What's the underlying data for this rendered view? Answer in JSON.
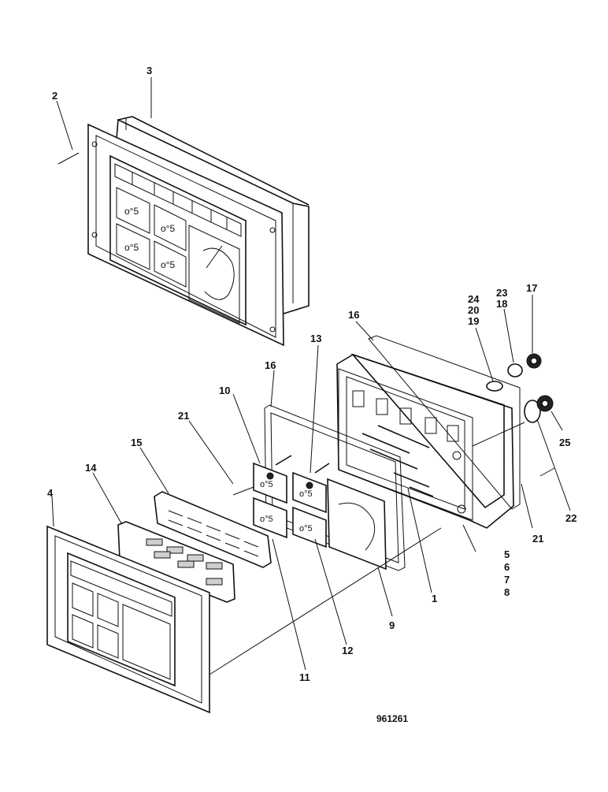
{
  "drawing_number": "961261",
  "callouts": [
    {
      "id": "c1",
      "text": "1"
    },
    {
      "id": "c2",
      "text": "2"
    },
    {
      "id": "c3",
      "text": "3"
    },
    {
      "id": "c4",
      "text": "4"
    },
    {
      "id": "c5",
      "text": "5"
    },
    {
      "id": "c6",
      "text": "6"
    },
    {
      "id": "c7",
      "text": "7"
    },
    {
      "id": "c8",
      "text": "8"
    },
    {
      "id": "c9",
      "text": "9"
    },
    {
      "id": "c10",
      "text": "10"
    },
    {
      "id": "c11",
      "text": "11"
    },
    {
      "id": "c12",
      "text": "12"
    },
    {
      "id": "c13",
      "text": "13"
    },
    {
      "id": "c14",
      "text": "14"
    },
    {
      "id": "c15",
      "text": "15"
    },
    {
      "id": "c16a",
      "text": "16"
    },
    {
      "id": "c16b",
      "text": "16"
    },
    {
      "id": "c17",
      "text": "17"
    },
    {
      "id": "c18",
      "text": "18"
    },
    {
      "id": "c19",
      "text": "19"
    },
    {
      "id": "c20",
      "text": "20"
    },
    {
      "id": "c21a",
      "text": "21"
    },
    {
      "id": "c21b",
      "text": "21"
    },
    {
      "id": "c22",
      "text": "22"
    },
    {
      "id": "c23",
      "text": "23"
    },
    {
      "id": "c24",
      "text": "24"
    },
    {
      "id": "c25",
      "text": "25"
    }
  ]
}
